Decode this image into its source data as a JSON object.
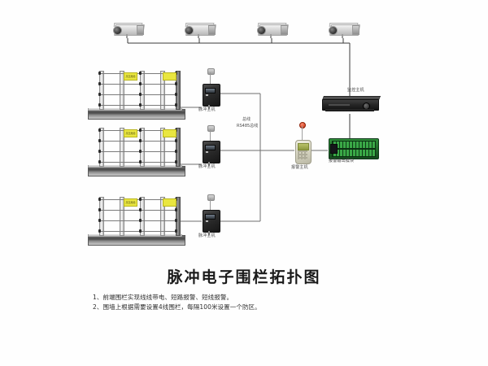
{
  "diagram": {
    "title": "脉冲电子围栏拓扑图",
    "notes": [
      "1、前端围栏实现线线带电、短路报警、短线报警。",
      "2、围墙上根据需要设置4线围栏，每隔100米设置一个防区。"
    ],
    "background_color": "#fefefe",
    "line_color": "#3a3a3a"
  },
  "cameras": [
    {
      "name": "camera-1",
      "label": ""
    },
    {
      "name": "camera-2",
      "label": ""
    },
    {
      "name": "camera-3",
      "label": ""
    },
    {
      "name": "camera-4",
      "label": ""
    }
  ],
  "fences": [
    {
      "name": "fence-zone-1",
      "wire_count": 4,
      "sign_label": "高压危险",
      "sign_color": "#e9e640"
    },
    {
      "name": "fence-zone-2",
      "wire_count": 4,
      "sign_label": "高压危险",
      "sign_color": "#e9e640"
    },
    {
      "name": "fence-zone-3",
      "wire_count": 4,
      "sign_label": "高压危险",
      "sign_color": "#e9e640"
    }
  ],
  "pulse_hosts": [
    {
      "name": "pulse-host-1",
      "label": "脉冲主机"
    },
    {
      "name": "pulse-host-2",
      "label": "脉冲主机"
    },
    {
      "name": "pulse-host-3",
      "label": "脉冲主机"
    }
  ],
  "bus": {
    "label_top": "总线",
    "label_bottom": "RS485总线"
  },
  "alarm_keypad": {
    "label": "报警主机",
    "led_color": "#c02c0c"
  },
  "alarm_module": {
    "label": "报警输出模块",
    "board_color": "#1f6b29"
  },
  "nvr": {
    "label": "监控主机"
  }
}
